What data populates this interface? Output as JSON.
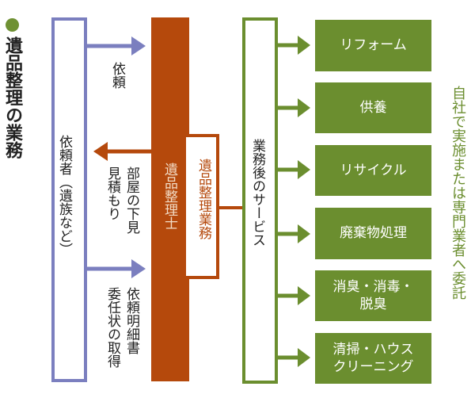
{
  "title": "遺品整理の業務",
  "colors": {
    "requester": "#7b7fbf",
    "organizer": "#b5490c",
    "service": "#6b8e2f",
    "title_dot": "#6f9133"
  },
  "requester": {
    "label": "依頼者（遺族など）"
  },
  "organizer": {
    "label": "遺品整理士"
  },
  "organizer_task": {
    "label": "遺品整理業務"
  },
  "flows": {
    "request": "依頼",
    "inspection_line1": "部屋の下見",
    "inspection_line2": "見積もり",
    "documents_line1": "依頼明細書",
    "documents_line2": "委任状の取得"
  },
  "after_service": {
    "label": "業務後のサービス"
  },
  "services": [
    {
      "label": "リフォーム"
    },
    {
      "label": "供養"
    },
    {
      "label": "リサイクル"
    },
    {
      "label": "廃棄物処理"
    },
    {
      "label": "消臭・消毒・\n脱臭"
    },
    {
      "label": "清掃・ハウス\nクリーニング"
    }
  ],
  "side_note": "自社で実施または専門業者へ委託"
}
